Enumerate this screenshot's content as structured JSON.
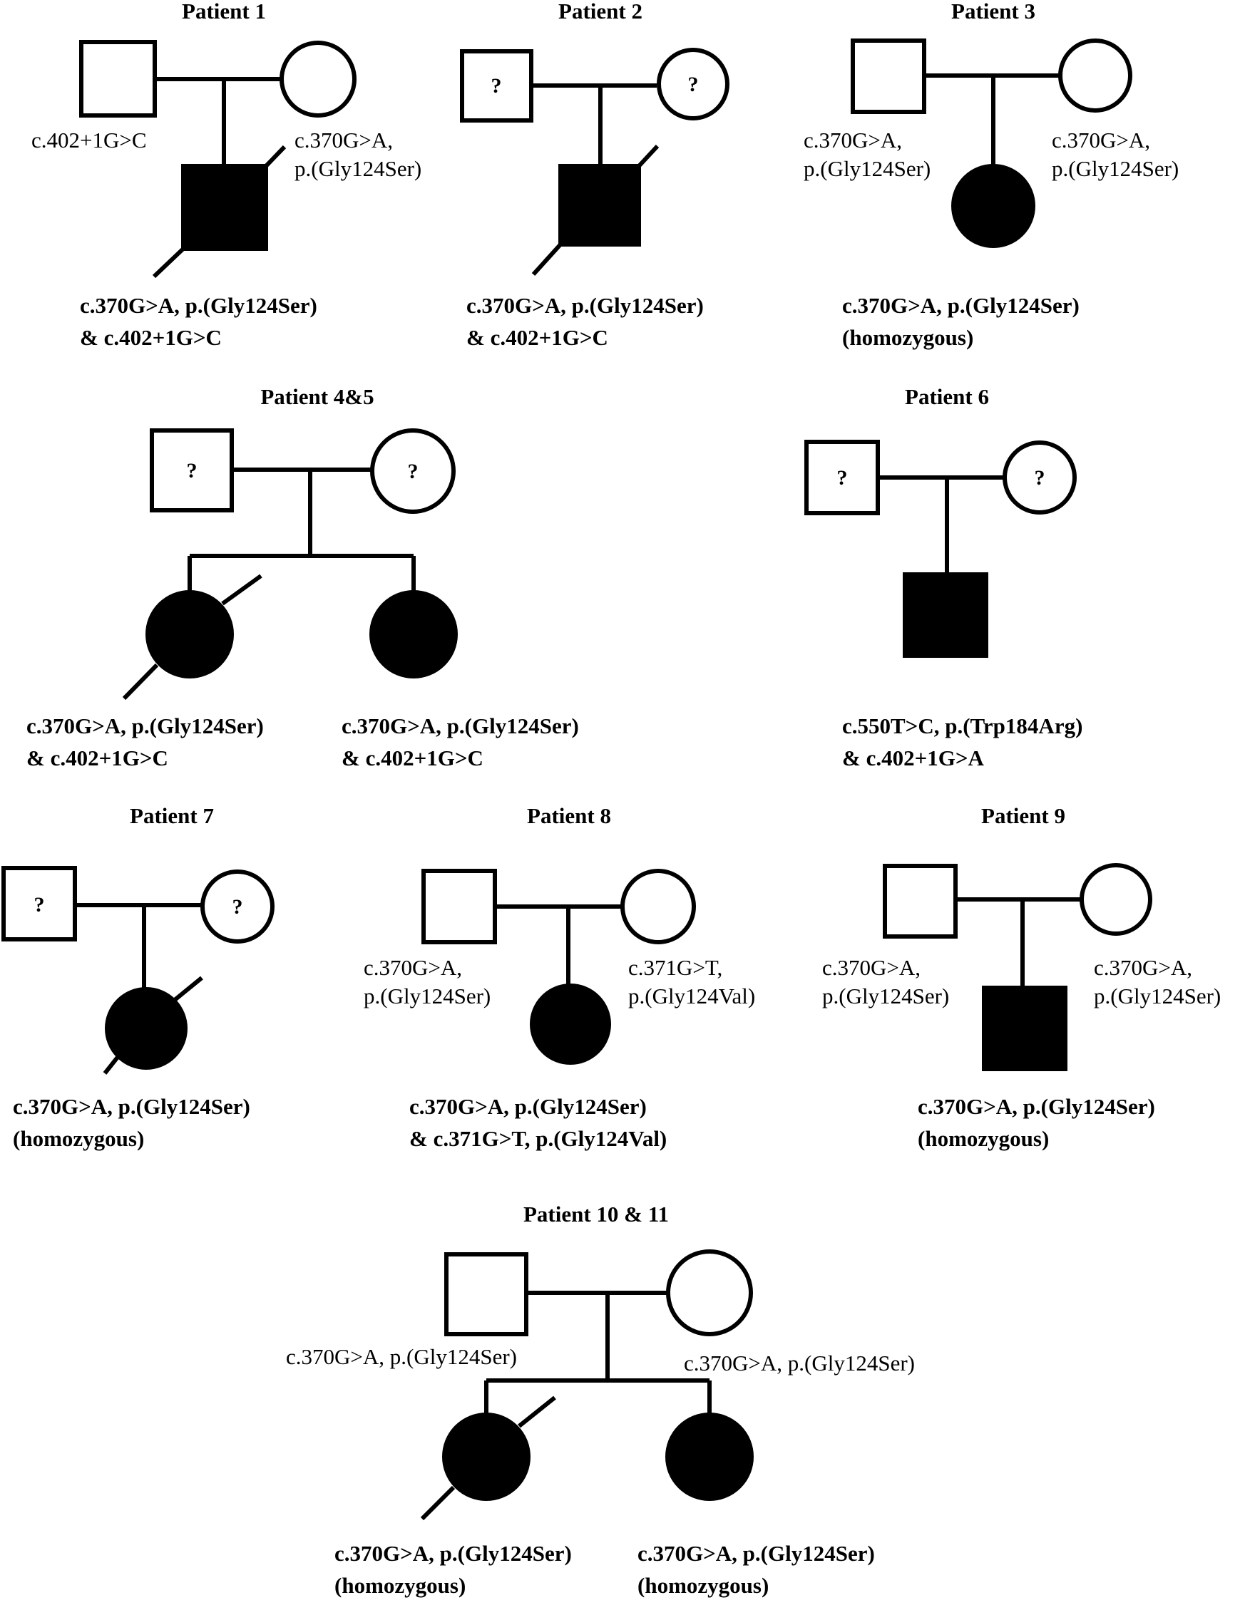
{
  "pedigrees": {
    "p1": {
      "title": "Patient 1",
      "father_carrier": "c.402+1G>C",
      "mother_carrier": [
        "c.370G>A,",
        "p.(Gly124Ser)"
      ],
      "proband_genotype": [
        "c.370G>A, p.(Gly124Ser)",
        "& c.402+1G>C"
      ]
    },
    "p2": {
      "title": "Patient 2",
      "father_mark": "?",
      "mother_mark": "?",
      "proband_genotype": [
        "c.370G>A, p.(Gly124Ser)",
        "& c.402+1G>C"
      ]
    },
    "p3": {
      "title": "Patient 3",
      "father_carrier": [
        "c.370G>A,",
        "p.(Gly124Ser)"
      ],
      "mother_carrier": [
        "c.370G>A,",
        "p.(Gly124Ser)"
      ],
      "proband_genotype": [
        "c.370G>A, p.(Gly124Ser)",
        "(homozygous)"
      ]
    },
    "p45": {
      "title": "Patient 4&5",
      "father_mark": "?",
      "mother_mark": "?",
      "child1_genotype": [
        "c.370G>A, p.(Gly124Ser)",
        "& c.402+1G>C"
      ],
      "child2_genotype": [
        "c.370G>A, p.(Gly124Ser)",
        "& c.402+1G>C"
      ]
    },
    "p6": {
      "title": "Patient 6",
      "father_mark": "?",
      "mother_mark": "?",
      "proband_genotype": [
        "c.550T>C, p.(Trp184Arg)",
        "& c.402+1G>A"
      ]
    },
    "p7": {
      "title": "Patient 7",
      "father_mark": "?",
      "mother_mark": "?",
      "proband_genotype": [
        "c.370G>A, p.(Gly124Ser)",
        "(homozygous)"
      ]
    },
    "p8": {
      "title": "Patient 8",
      "father_carrier": [
        "c.370G>A,",
        "p.(Gly124Ser)"
      ],
      "mother_carrier": [
        "c.371G>T,",
        "p.(Gly124Val)"
      ],
      "proband_genotype": [
        "c.370G>A, p.(Gly124Ser)",
        "& c.371G>T, p.(Gly124Val)"
      ]
    },
    "p9": {
      "title": "Patient 9",
      "father_carrier": [
        "c.370G>A,",
        "p.(Gly124Ser)"
      ],
      "mother_carrier": [
        "c.370G>A,",
        "p.(Gly124Ser)"
      ],
      "proband_genotype": [
        "c.370G>A, p.(Gly124Ser)",
        "(homozygous)"
      ]
    },
    "p1011": {
      "title": "Patient 10 & 11",
      "father_carrier": "c.370G>A, p.(Gly124Ser)",
      "mother_carrier": "c.370G>A, p.(Gly124Ser)",
      "child1_genotype": [
        "c.370G>A, p.(Gly124Ser)",
        "(homozygous)"
      ],
      "child2_genotype": [
        "c.370G>A, p.(Gly124Ser)",
        "(homozygous)"
      ]
    }
  }
}
